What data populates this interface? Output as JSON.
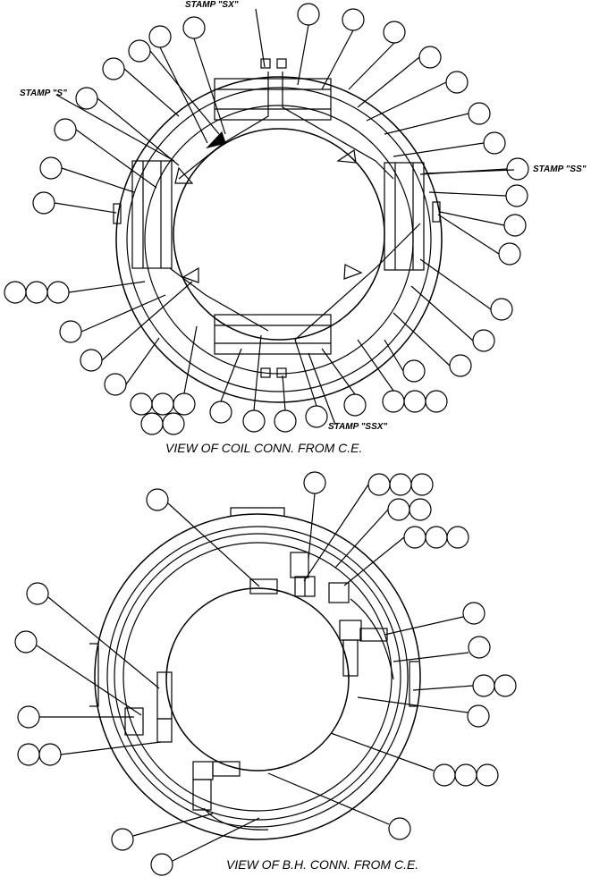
{
  "top_view": {
    "caption": "VIEW OF COIL CONN. FROM C.E.",
    "stamps": {
      "sx": "STAMP \"SX\"",
      "s": "STAMP \"S\"",
      "ss": "STAMP \"SS\"",
      "ssx": "STAMP \"SSX\""
    }
  },
  "bottom_view": {
    "caption": "VIEW OF B.H. CONN. FROM C.E."
  },
  "colors": {
    "line": "#000000",
    "background": "#ffffff"
  }
}
